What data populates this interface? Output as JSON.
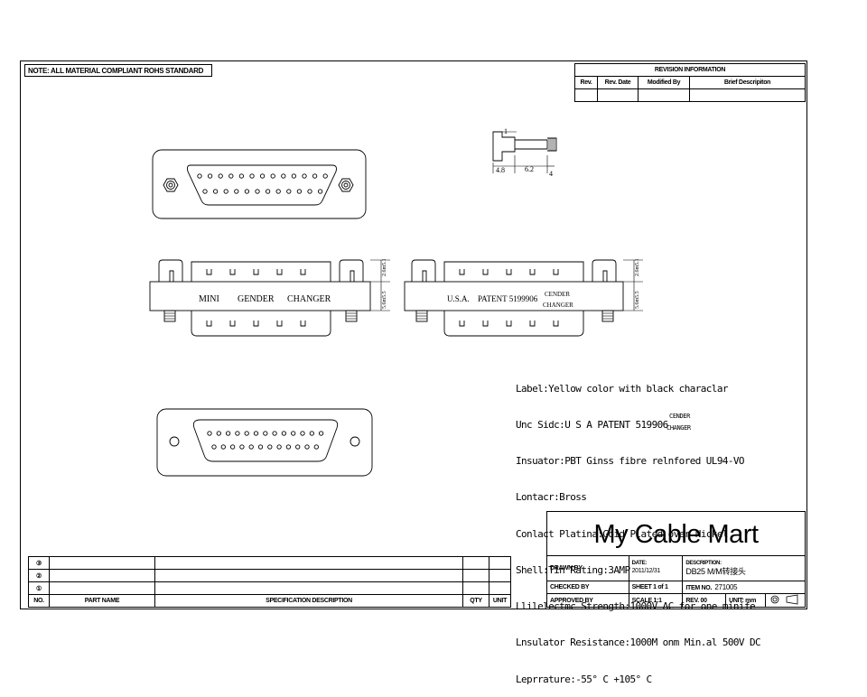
{
  "note": "NOTE: ALL MATERIAL COMPLIANT ROHS STANDARD",
  "revision": {
    "title": "REVISION INFORMATION",
    "headers": [
      "Rev.",
      "Rev. Date",
      "Modified By",
      "Brief Descripiton"
    ]
  },
  "detail_dims": {
    "top": "1",
    "a": "4.8",
    "b": "6.2",
    "c": "4"
  },
  "side_dims": {
    "upper": "2.6m5.1",
    "lower": "5.6m5.5"
  },
  "adapter_left": {
    "words": [
      "MINI",
      "GENDER",
      "CHANGER"
    ]
  },
  "adapter_right": {
    "usa": "U.S.A.",
    "patent": "PATENT 5199906",
    "gender": "CENDER",
    "changer": "CHANGER"
  },
  "spec_lines": [
    "Label:Yellow color with black characlar",
    "Unc Sidc:U S A PATENT 519906",
    "Insuator:PBT Ginss fibre relnfored UL94-VO",
    "Lontacr:Bross",
    "Conlact Platina:Goid Plated over Nickel",
    "Shell:Tin Rating:3AMP",
    "Llilelectmc Strength:1000V AC for one minife",
    "Lnsulator Resistance:1000M onm Min.al 500V DC",
    "Leprrature:-55° C +105° C"
  ],
  "spec_super": {
    "upper": "CENDER",
    "lower": "CHANGER"
  },
  "parts_table": {
    "rows": [
      "③",
      "②",
      "①"
    ],
    "headers": {
      "no": "NO.",
      "part": "PART NAME",
      "spec": "SPECIFICATION DESCRIPTION",
      "qty": "QTY",
      "unit": "UNIT"
    }
  },
  "title_block": {
    "brand": "My Cable Mart",
    "drawn_by": "DRAWN BY",
    "date_label": "DATE:",
    "date_value": "2011/12/31",
    "description_label": "DESCRIPTION:",
    "description_value": "DB25 M/M转接头",
    "checked_by": "CHECKED BY",
    "sheet": "SHEET 1 of 1",
    "item_no_label": "ITEM NO.",
    "item_no_value": "271005",
    "approved_by": "APPROVED BY",
    "scale": "SCALE 1:1",
    "rev": "REV. 00",
    "unit": "UNIT: mm"
  }
}
